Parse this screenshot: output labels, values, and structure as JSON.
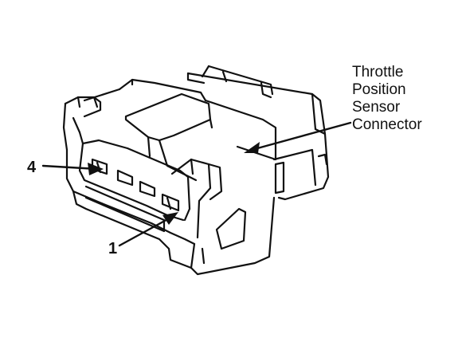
{
  "labels": {
    "connector_line1": "Throttle",
    "connector_line2": "Position",
    "connector_line3": "Sensor",
    "connector_line4": "Connector",
    "pin_4": "4",
    "pin_1": "1"
  },
  "colors": {
    "ink": "#111111",
    "background": "#ffffff"
  }
}
